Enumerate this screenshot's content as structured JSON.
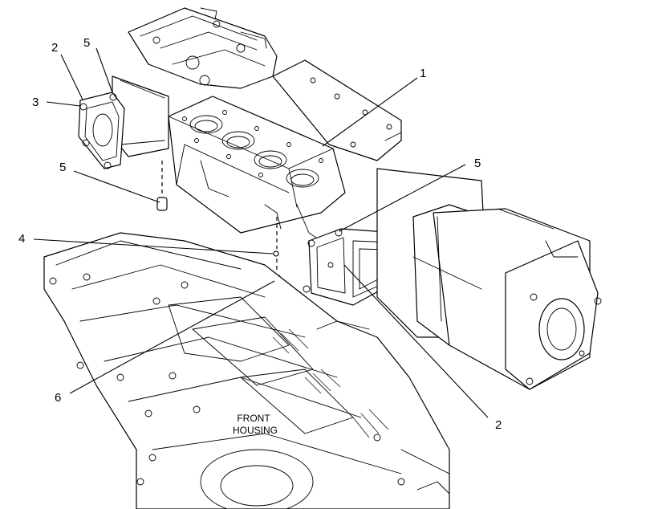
{
  "callouts": {
    "c1": "1",
    "c2_top": "2",
    "c2_bottom": "2",
    "c3": "3",
    "c4": "4",
    "c5_top": "5",
    "c5_left": "5",
    "c5_right": "5",
    "c6": "6"
  },
  "labels": {
    "front_line1": "FRONT",
    "front_line2": "HOUSING"
  }
}
